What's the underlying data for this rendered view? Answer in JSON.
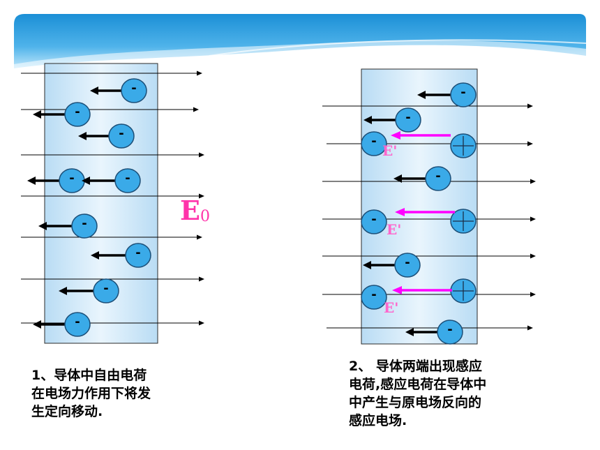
{
  "colors": {
    "banner_dark": "#1b8fd6",
    "banner_light": "#bfe6fb",
    "slab_fill": "#cfe8f8",
    "charge_fill": "#3aaae8",
    "induced_field": "#ff00ff",
    "field_line": "#000000"
  },
  "panel1": {
    "field_label": "E",
    "field_label_sub": "0",
    "charge_sign": "-",
    "caption": "1、导体中自由电荷\n在电场力作用下将发\n生定向移动."
  },
  "panel2": {
    "negative_sign": "-",
    "positive_sign": "+",
    "induced_label": "E'",
    "caption": "2、  导体两端出现感应\n电荷,感应电荷在导体中\n中产生与原电场反向的\n感应电场."
  }
}
